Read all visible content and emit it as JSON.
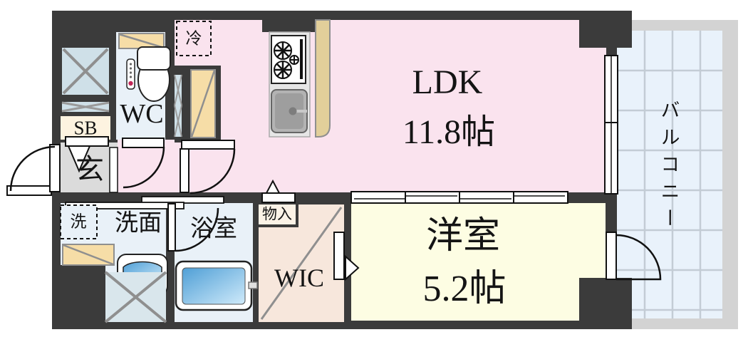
{
  "floor_plan": {
    "rooms": {
      "ldk": {
        "name": "LDK",
        "size": "11.8帖"
      },
      "western_room": {
        "name": "洋室",
        "size": "5.2帖"
      },
      "walk_in_closet": {
        "name": "WIC"
      },
      "toilet": {
        "name": "WC"
      },
      "shoe_box": {
        "name": "SB"
      },
      "entrance": {
        "name": "玄"
      },
      "washroom": {
        "name": "洗面"
      },
      "bathroom": {
        "name": "浴室"
      },
      "storage": {
        "name": "物入"
      },
      "balcony": {
        "name": "バルコニー"
      }
    },
    "appliance_markers": {
      "refrigerator": {
        "name": "冷"
      },
      "washing_machine": {
        "name": "洗"
      }
    },
    "colors": {
      "wall": "#3b3b3b",
      "ldk_pink": "#fae3ee",
      "wet_room_blue": "#e9f1f8",
      "western_room_yellow": "#fdfde3",
      "wic_peach": "#f7e7dc",
      "balcony_tile": "#e9f2fb",
      "balcony_frame": "#d3d3d3",
      "cabinet_tan": "#f6dda7",
      "entrance_gray": "#dbdbdb",
      "shoe_box_cream": "#fdf3e0",
      "water_blue": "#4f9fd6"
    }
  }
}
